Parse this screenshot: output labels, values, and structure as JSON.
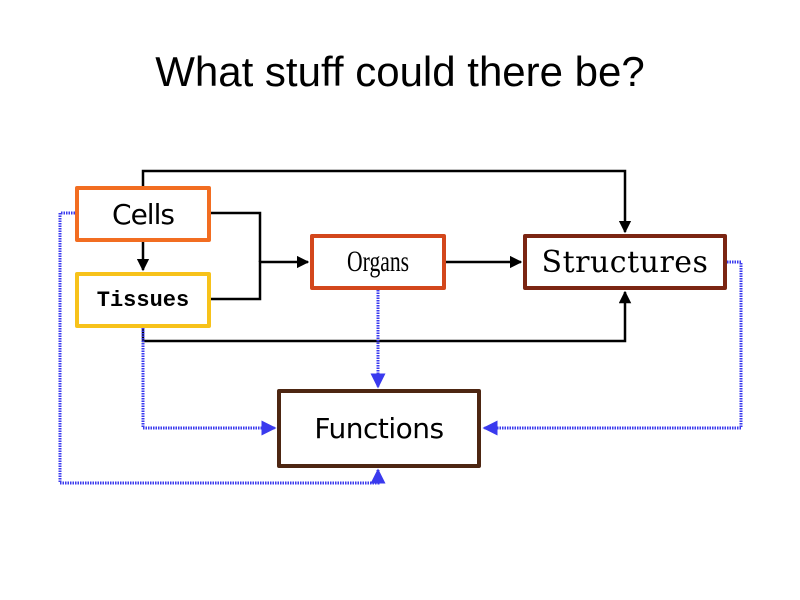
{
  "slide": {
    "title": "What stuff could there be?"
  },
  "nodes": {
    "cells": {
      "label": "Cells",
      "border_color": "#f26d21"
    },
    "tissues": {
      "label": "Tissues",
      "border_color": "#f7c21a"
    },
    "organs": {
      "label": "Organs",
      "border_color": "#d3471c"
    },
    "structures": {
      "label": "Structures",
      "border_color": "#7b2512"
    },
    "functions": {
      "label": "Functions",
      "border_color": "#4d2612"
    }
  },
  "edges": {
    "solid_color": "#000000",
    "dotted_color": "#3a3aee",
    "solid": [
      {
        "from": "Cells",
        "to": "Tissues"
      },
      {
        "from": "Cells",
        "to": "Organs"
      },
      {
        "from": "Tissues",
        "to": "Organs"
      },
      {
        "from": "Organs",
        "to": "Structures"
      },
      {
        "from": "Cells",
        "to": "Structures"
      },
      {
        "from": "Tissues",
        "to": "Structures"
      }
    ],
    "dotted": [
      {
        "from": "Cells",
        "to": "Functions"
      },
      {
        "from": "Tissues",
        "to": "Functions"
      },
      {
        "from": "Organs",
        "to": "Functions"
      },
      {
        "from": "Structures",
        "to": "Functions"
      }
    ]
  }
}
